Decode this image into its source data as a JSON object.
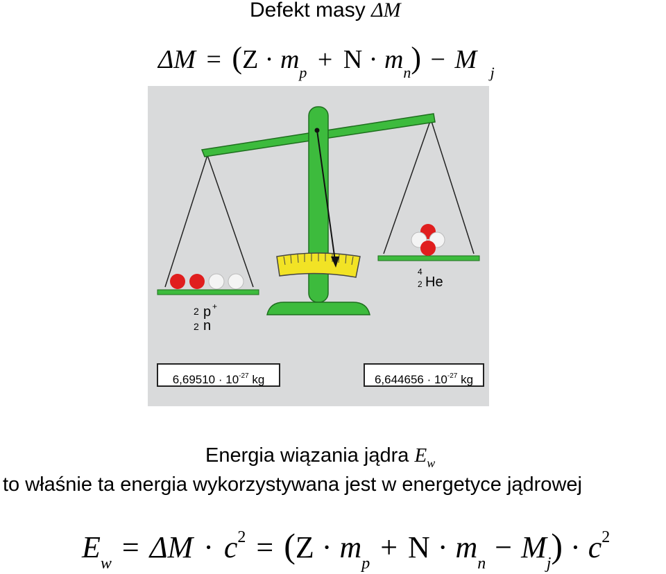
{
  "title": {
    "text": "Defekt masy",
    "symbol": "ΔM"
  },
  "formula1": {
    "lhs": "ΔM",
    "eq": "=",
    "z": "Z",
    "m_p": "m",
    "p_sub": "p",
    "plus": "+",
    "n": "N",
    "m_n": "m",
    "n_sub": "n",
    "minus": "−",
    "mj": "M",
    "j_sub": "j"
  },
  "scale": {
    "left_pan": {
      "protons": "p",
      "proton_charge": "+",
      "proton_count": "2",
      "neutrons": "n",
      "neutron_count": "2"
    },
    "right_pan": {
      "element": "He",
      "mass_number": "4",
      "atomic_number": "2"
    },
    "left_mass": {
      "value": "6,69510 · 10",
      "exp": "-27",
      "unit": "kg"
    },
    "right_mass": {
      "value": "6,644656 · 10",
      "exp": "-27",
      "unit": "kg"
    },
    "colors": {
      "beam": "#3dbb3d",
      "gauge": "#f2e325",
      "proton": "#e01e1e",
      "neutron": "#f4f4f4",
      "background": "#d9dadb"
    }
  },
  "energy": {
    "heading": "Energia wiązania jądra",
    "symbol": "E",
    "symbol_sub": "w",
    "line": "to właśnie ta energia wykorzystywana jest w energetyce jądrowej"
  },
  "formula2": {
    "ew": "E",
    "w_sub": "w",
    "eq1": "=",
    "dm": "ΔM",
    "c": "c",
    "sq": "2",
    "eq2": "=",
    "z": "Z",
    "m_p": "m",
    "p_sub": "p",
    "plus": "+",
    "n": "N",
    "m_n": "m",
    "n_sub": "n",
    "minus": "−",
    "mj": "M",
    "j_sub": "j",
    "c2": "c",
    "sq2": "2"
  }
}
